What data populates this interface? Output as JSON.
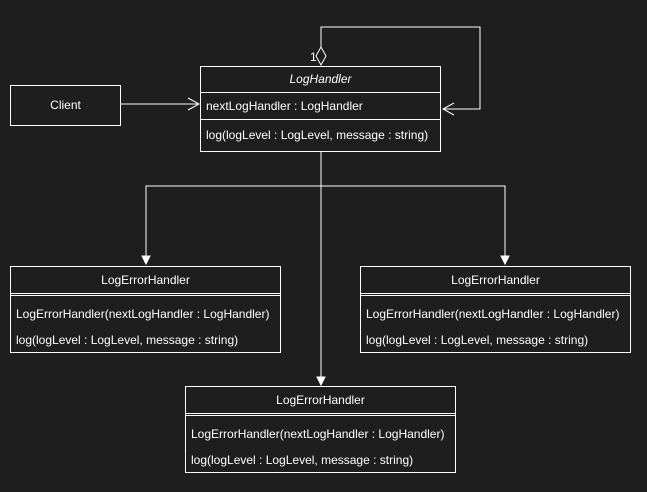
{
  "client": {
    "label": "Client"
  },
  "log_handler": {
    "name": "LogHandler",
    "attributes": [
      "nextLogHandler : LogHandler"
    ],
    "operations": [
      "log(logLevel : LogLevel, message : string)"
    ]
  },
  "self_association": {
    "multiplicity": "1"
  },
  "error_handlers": [
    {
      "name": "LogErrorHandler",
      "operations": [
        "LogErrorHandler(nextLogHandler : LogHandler)",
        "log(logLevel : LogLevel, message : string)"
      ]
    },
    {
      "name": "LogErrorHandler",
      "operations": [
        "LogErrorHandler(nextLogHandler : LogHandler)",
        "log(logLevel : LogLevel, message : string)"
      ]
    },
    {
      "name": "LogErrorHandler",
      "operations": [
        "LogErrorHandler(nextLogHandler : LogHandler)",
        "log(logLevel : LogLevel, message : string)"
      ]
    }
  ],
  "colors": {
    "background": "#1e1e1e",
    "stroke": "#ffffff",
    "text": "#ffffff"
  }
}
